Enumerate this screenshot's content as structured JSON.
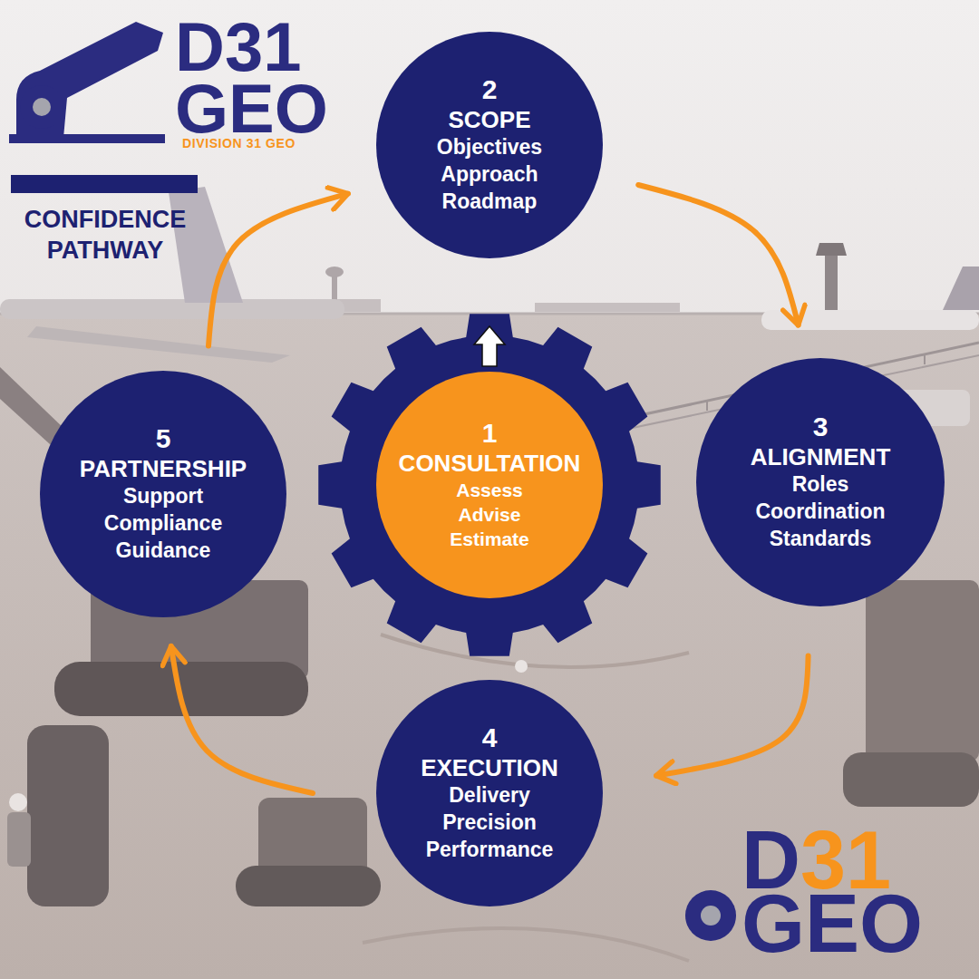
{
  "diagram": {
    "title": "CONFIDENCE PATHWAY",
    "nodes": [
      {
        "text": [
          "1",
          "CONSULTATION",
          "Assess Advise Estimate"
        ]
      },
      {
        "text": [
          "2",
          "SCOPE",
          "Objectives Approach Roadmap"
        ]
      },
      {
        "text": [
          "3",
          "ALIGNMENT",
          "Roles Coordination Standards"
        ]
      },
      {
        "text": [
          "4",
          "EXECUTION",
          "Delivery Precision Performance"
        ]
      },
      {
        "text": [
          "5",
          "PARTNERSHIP",
          "Support Compliance Guidance"
        ]
      }
    ],
    "edges": [
      {
        "from": 4,
        "to": 1,
        "arrow": "to"
      },
      {
        "from": 1,
        "to": 2,
        "arrow": "to"
      },
      {
        "from": 2,
        "to": 3,
        "arrow": "to"
      },
      {
        "from": 3,
        "to": 4,
        "arrow": "to"
      }
    ],
    "labels": [
      "D31",
      "GEO",
      "DIVISION 31 GEO",
      "D",
      "31",
      "GEO"
    ]
  }
}
